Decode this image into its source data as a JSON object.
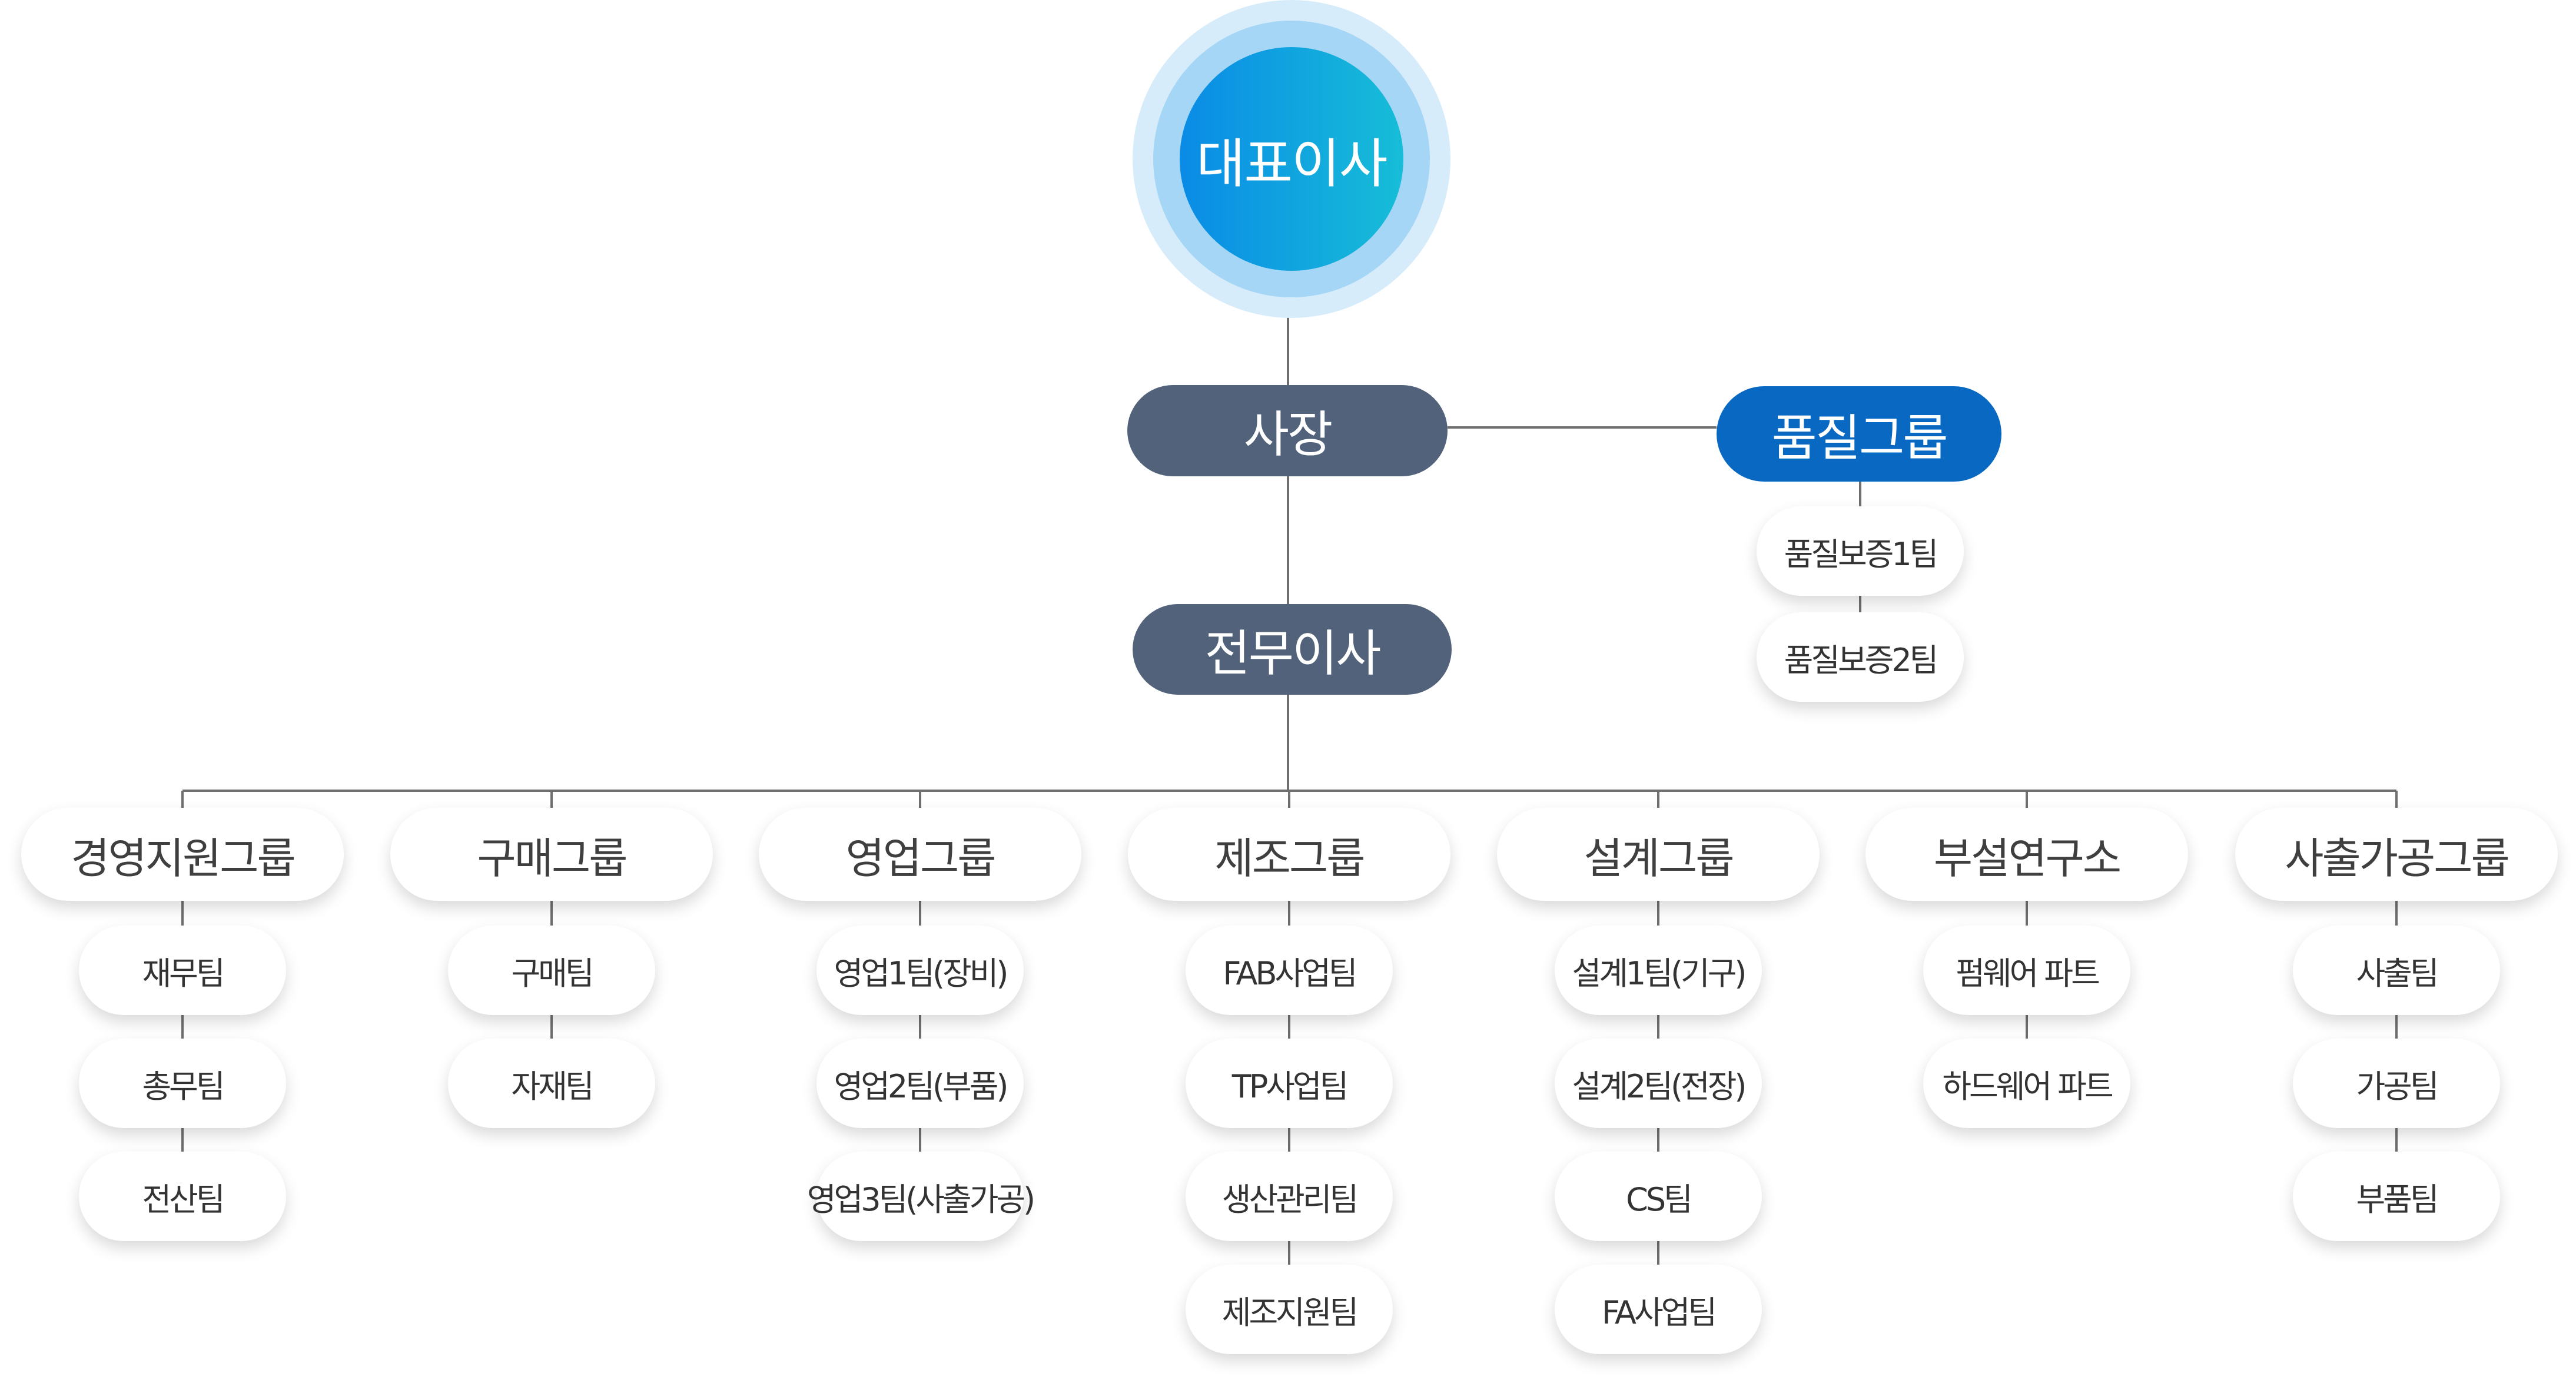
{
  "ceo": "대표이사",
  "president": "사장",
  "quality_group": {
    "name": "품질그룹",
    "teams": [
      "품질보증1팀",
      "품질보증2팀"
    ]
  },
  "director": "전무이사",
  "groups": [
    {
      "name": "경영지원그룹",
      "teams": [
        "재무팀",
        "총무팀",
        "전산팀"
      ]
    },
    {
      "name": "구매그룹",
      "teams": [
        "구매팀",
        "자재팀"
      ]
    },
    {
      "name": "영업그룹",
      "teams": [
        "영업1팀(장비)",
        "영업2팀(부품)",
        "영업3팀(사출가공)"
      ]
    },
    {
      "name": "제조그룹",
      "teams": [
        "FAB사업팀",
        "TP사업팀",
        "생산관리팀",
        "제조지원팀"
      ]
    },
    {
      "name": "설계그룹",
      "teams": [
        "설계1팀(기구)",
        "설계2팀(전장)",
        "CS팀",
        "FA사업팀"
      ]
    },
    {
      "name": "부설연구소",
      "teams": [
        "펌웨어 파트",
        "하드웨어 파트"
      ]
    },
    {
      "name": "사출가공그룹",
      "teams": [
        "사출팀",
        "가공팀",
        "부품팀"
      ]
    }
  ],
  "colors": {
    "executive": "#51627a",
    "quality": "#0868c2",
    "ceo_gradient_start": "#0a8be6",
    "ceo_gradient_end": "#17bdd8",
    "connector": "#6f6f6f"
  }
}
